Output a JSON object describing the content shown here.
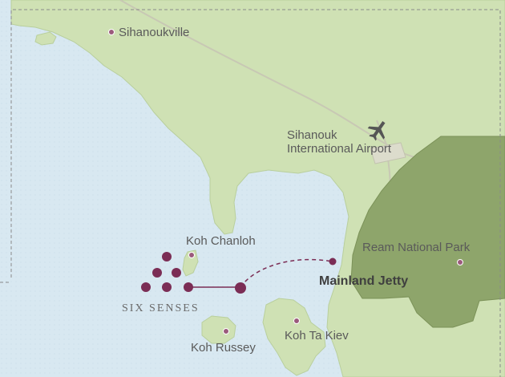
{
  "colors": {
    "sea": "#d8e8f1",
    "land": "#cfe1b4",
    "park": "#8ea56b",
    "road": "#c8c8b4",
    "marker": "#7b2d55",
    "route": "#7b2d55",
    "frame": "#8a8a8a",
    "airport_icon": "#555555"
  },
  "icons": {
    "airport": "airplane-icon"
  },
  "places": {
    "sihanoukville": "Sihanoukville",
    "airport": "Sihanouk\nInternational Airport",
    "koh_chanloh": "Koh Chanloh",
    "ream_park": "Ream National Park",
    "mainland_jetty": "Mainland Jetty",
    "six_senses": "SIX SENSES",
    "koh_russey": "Koh Russey",
    "koh_ta_kiev": "Koh Ta Kiev"
  }
}
